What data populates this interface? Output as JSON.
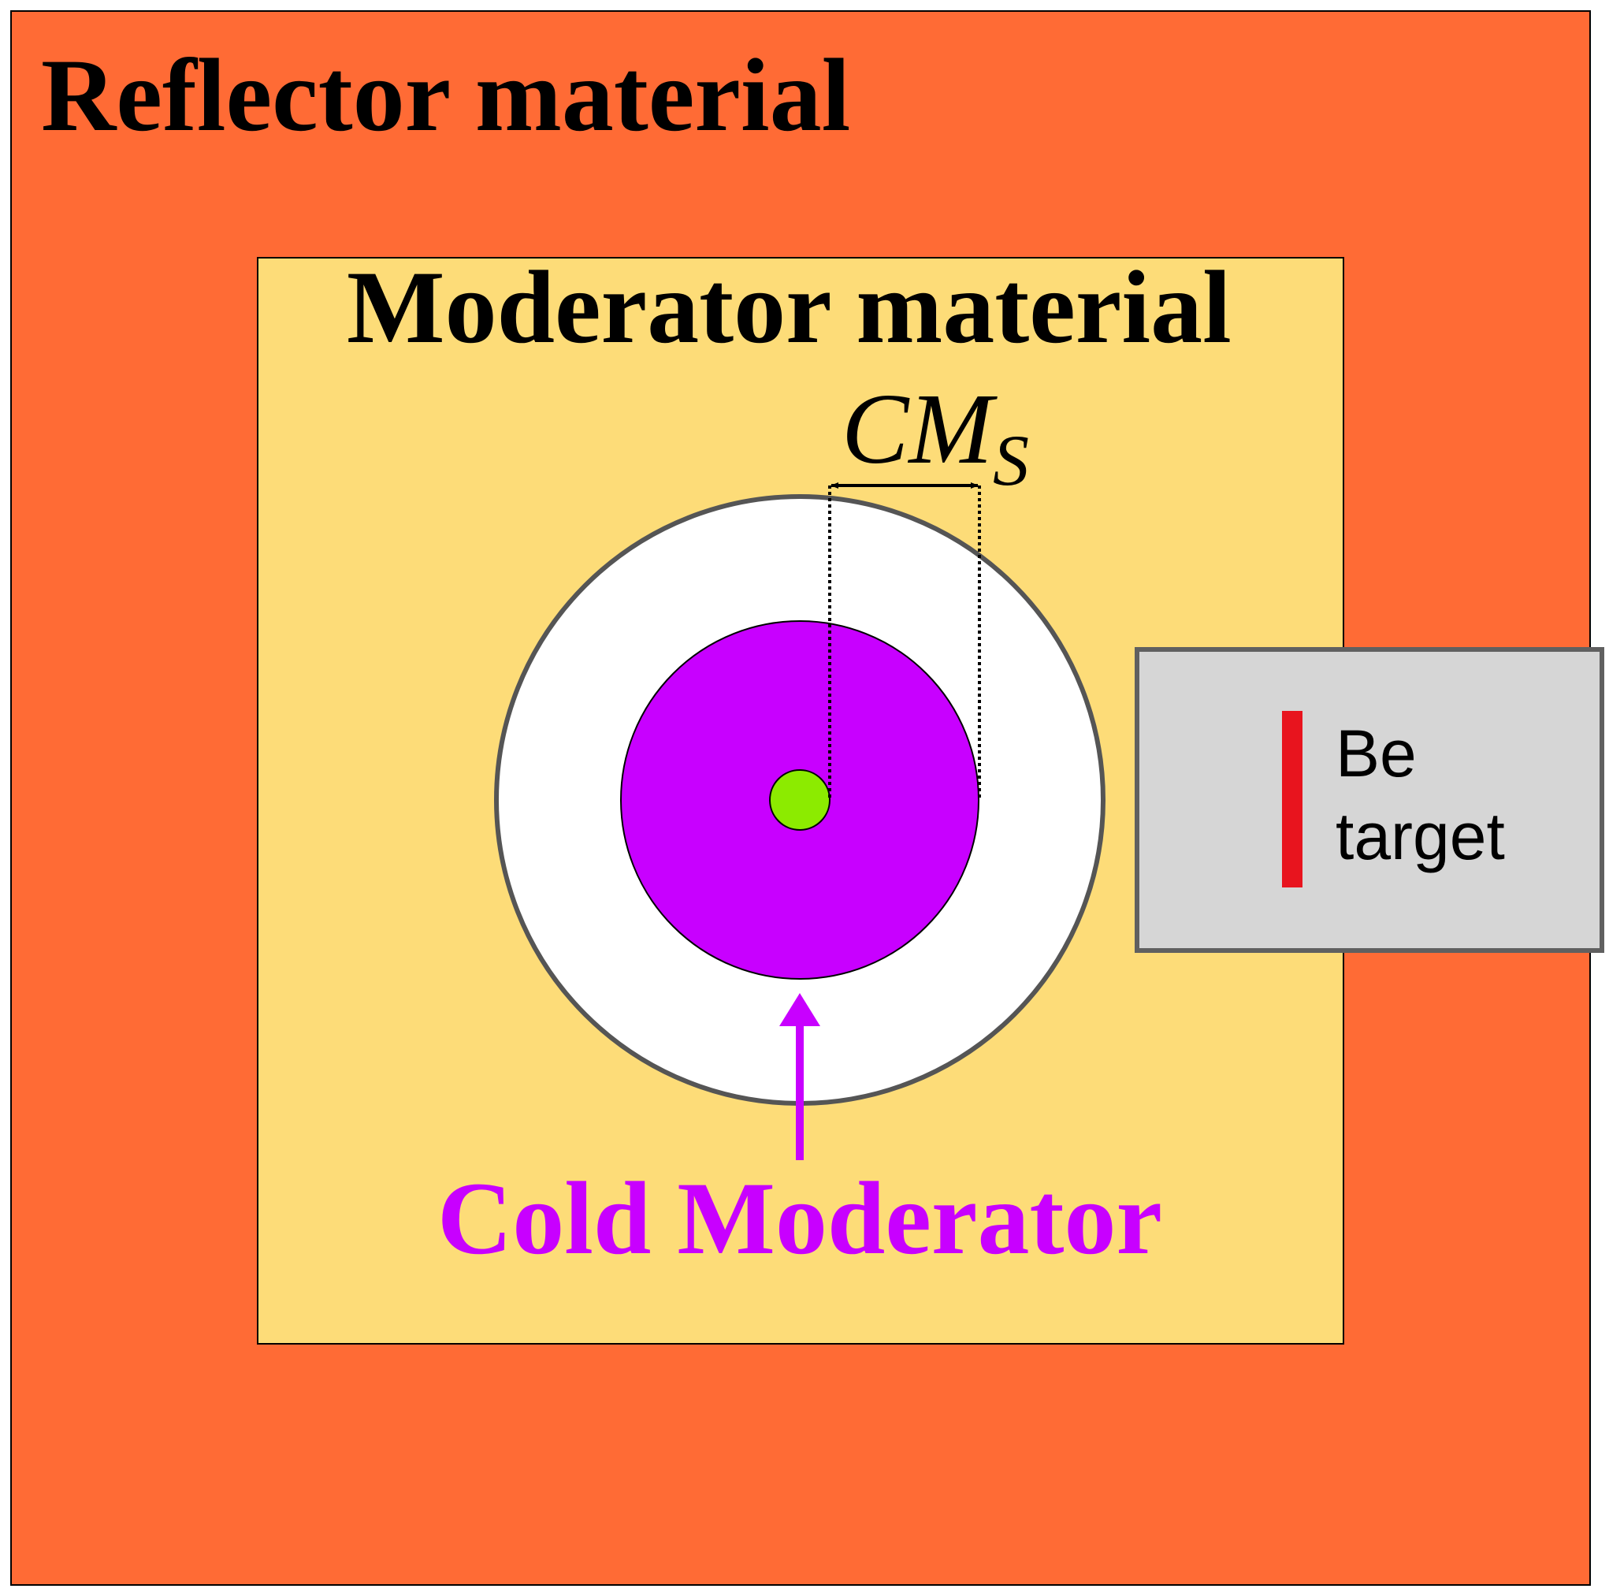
{
  "labels": {
    "reflector": "Reflector material",
    "moderator": "Moderator material",
    "dimension_main": "CM",
    "dimension_sub": "S",
    "cold_moderator": "Cold Moderator",
    "target_line1": "Be",
    "target_line2": "target"
  },
  "colors": {
    "reflector": "#FF6B35",
    "moderator": "#FDDC78",
    "outer_vessel_fill": "#FFFFFF",
    "outer_vessel_stroke": "#555555",
    "cold_moderator": "#C800FF",
    "core": "#8CEB00",
    "target_box": "#D6D6D6",
    "target_box_stroke": "#606060",
    "target_bar": "#E8141E",
    "cold_label": "#C800FF",
    "text": "#000000"
  }
}
